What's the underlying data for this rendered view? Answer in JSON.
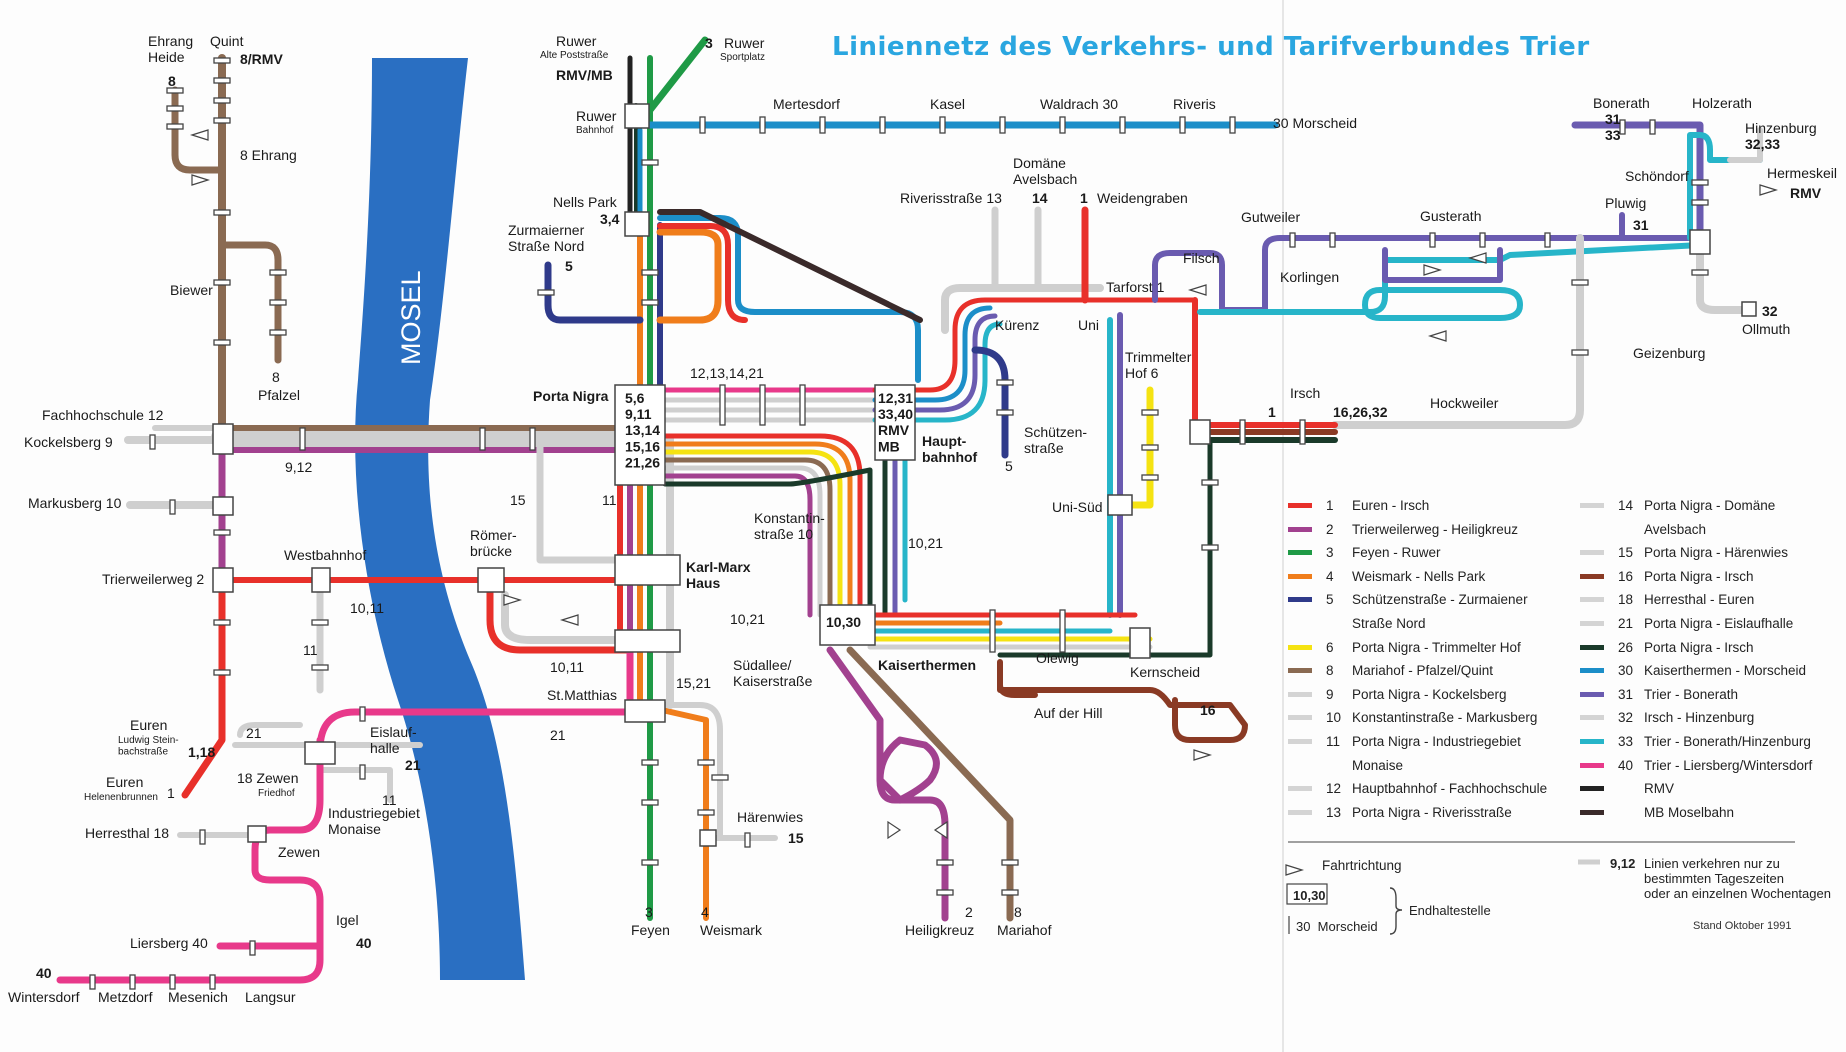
{
  "title": "Liniennetz des Verkehrs- und Tarifverbundes Trier",
  "colors": {
    "l1": "#e8302a",
    "l2": "#a2418f",
    "l3": "#1f9a46",
    "l4": "#f07d1b",
    "l5": "#2f3a8a",
    "l6": "#f5e312",
    "l8": "#8a6a52",
    "l9": "#c9c9c9",
    "l14": "#cfcfcf",
    "l16": "#8a3a24",
    "l21": "#e8398a",
    "l26": "#1a3a2a",
    "l30": "#1c8ec8",
    "l31": "#6a5bb0",
    "l33": "#27b5c9",
    "l40": "#e8398a",
    "rmv": "#222222",
    "mb": "#3a2a2a",
    "river": "#2a6fc2",
    "text": "#1a1a1a"
  },
  "river_label": "MOSEL",
  "stations": {
    "ehrang_heide": "Ehrang\nHeide",
    "quint": "Quint",
    "rmv8": "8/RMV",
    "l8a": "8",
    "ehrang8": "8 Ehrang",
    "biewer": "Biewer",
    "pfalzel8": "8",
    "pfalzel": "Pfalzel",
    "fh12": "Fachhochschule 12",
    "kockelsberg": "Kockelsberg 9",
    "l912": "9,12",
    "markusberg": "Markusberg 10",
    "westbahnhof": "Westbahnhof",
    "trierweilerweg": "Trierweilerweg 2",
    "l1011a": "10,11",
    "l11a": "11",
    "roemerbruecke": "Römer-\nbrücke",
    "l15": "15",
    "l11b": "11",
    "l1011b": "10,11",
    "euren_ls": "Euren",
    "euren_ls_sub": "Ludwig Stein-\nbachstraße",
    "l118": "1,18",
    "euren_hb": "Euren",
    "euren_hb_sub": "Helenenbrunnen",
    "l1c": "1",
    "l21a": "21",
    "zewen18": "18 Zewen",
    "zewen_fr": "Friedhof",
    "eislaufhalle": "Eislauf-\nhalle",
    "l21b": "21",
    "l11c": "11",
    "industrie": "Industriegebiet\nMonaise",
    "herresthal": "Herresthal 18",
    "zewen": "Zewen",
    "igel": "Igel",
    "l40a": "40",
    "liersberg": "Liersberg 40",
    "l40b": "40",
    "wintersdorf": "Wintersdorf",
    "metzdorf": "Metzdorf",
    "mesenich": "Mesenich",
    "langsur": "Langsur",
    "ruwer_ap": "Ruwer",
    "ruwer_ap_sub": "Alte Poststraße",
    "rmvmb": "RMV/MB",
    "ruwer_bf": "Ruwer",
    "ruwer_bf_sub": "Bahnhof",
    "ruwer_sp3": "3",
    "ruwer_sp": "Ruwer",
    "ruwer_sp_sub": "Sportplatz",
    "nells": "Nells Park",
    "nells_n": "3,4",
    "zurmaiener": "Zurmaierner\nStraße Nord",
    "zurm5": "5",
    "mertesdorf": "Mertesdorf",
    "kasel": "Kasel",
    "waldrach": "Waldrach 30",
    "riveris": "Riveris",
    "morscheid": "30 Morscheid",
    "porta_nigra": "Porta Nigra",
    "pn_lines": "5,6\n9,11\n13,14\n15,16\n21,26",
    "l1213": "12,13,14,21",
    "hbf_lines": "12,31\n33,40\nRMV\nMB",
    "hbf": "Haupt-\nbahnhof",
    "rivstr": "Riverisstraße 13",
    "domaene": "Domäne\nAvelsbach",
    "l14": "14",
    "l1w": "1",
    "weidengraben": "Weidengraben",
    "kuerenz": "Kürenz",
    "uni": "Uni",
    "tarforst": "Tarforst 1",
    "filsch": "Filsch",
    "schuetzen": "Schützen-\nstraße",
    "schuetzen5": "5",
    "trimmelter": "Trimmelter\nHof 6",
    "unisued": "Uni-Süd",
    "konstantin": "Konstantin-\nstraße 10",
    "l1021": "10,21",
    "karlmarx": "Karl-Marx\nHaus",
    "l1021b": "10,21",
    "l1030": "10,30",
    "kaiserthermen": "Kaiserthermen",
    "suedallee": "Südallee/\nKaiserstraße",
    "stmatthias": "St.Matthias",
    "l1521": "15,21",
    "l21c": "21",
    "olewig": "Olewig",
    "auf_der_hill": "Auf der Hill",
    "kernscheid": "Kernscheid",
    "l16": "16",
    "haerenwies": "Härenwies",
    "haerenwies15": "15",
    "feyen3": "3",
    "feyen": "Feyen",
    "weismark4": "4",
    "weismark": "Weismark",
    "heiligkreuz2": "2",
    "heiligkreuz": "Heiligkreuz",
    "mariahof8": "8",
    "mariahof": "Mariahof",
    "gutweiler": "Gutweiler",
    "korlingen": "Korlingen",
    "gusterath": "Gusterath",
    "bonerath": "Bonerath",
    "bon3133": "31\n33",
    "holzerath": "Holzerath",
    "hinzenburg": "Hinzenburg",
    "hinz3233": "32,33",
    "schoendorf": "Schöndorf",
    "pluwig": "Pluwig",
    "pluwig31": "31",
    "hermeskeil": "Hermeskeil",
    "hermeskeil_rmv": "RMV",
    "irsch": "Irsch",
    "irsch1": "1",
    "irsch_lines": "16,26,32",
    "hockweiler": "Hockweiler",
    "geizenburg": "Geizenburg",
    "ollmuth32": "32",
    "ollmuth": "Ollmuth"
  },
  "legend": [
    {
      "num": "1",
      "text": "Euren  -  Irsch",
      "color": "#e8302a"
    },
    {
      "num": "2",
      "text": "Trierweilerweg  -  Heiligkreuz",
      "color": "#a2418f"
    },
    {
      "num": "3",
      "text": "Feyen  -  Ruwer",
      "color": "#1f9a46"
    },
    {
      "num": "4",
      "text": "Weismark  -  Nells Park",
      "color": "#f07d1b"
    },
    {
      "num": "5",
      "text": "Schützenstraße  -  Zurmaiener",
      "color": "#2f3a8a"
    },
    {
      "num": "",
      "text": "Straße Nord",
      "color": ""
    },
    {
      "num": "6",
      "text": "Porta Nigra  -  Trimmelter Hof",
      "color": "#f5e312"
    },
    {
      "num": "8",
      "text": "Mariahof  -  Pfalzel/Quint",
      "color": "#8a6a52"
    },
    {
      "num": "9",
      "text": "Porta Nigra  -  Kockelsberg",
      "color": "#d4d4d4"
    },
    {
      "num": "10",
      "text": "Konstantinstraße  -  Markusberg",
      "color": "#d4d4d4"
    },
    {
      "num": "11",
      "text": "Porta Nigra  -  Industriegebiet",
      "color": "#d4d4d4"
    },
    {
      "num": "",
      "text": "Monaise",
      "color": ""
    },
    {
      "num": "12",
      "text": "Hauptbahnhof  -  Fachhochschule",
      "color": "#d4d4d4"
    },
    {
      "num": "13",
      "text": "Porta Nigra  -  Riverisstraße",
      "color": "#d4d4d4"
    }
  ],
  "legend2": [
    {
      "num": "14",
      "text": "Porta Nigra  -  Domäne",
      "color": "#d4d4d4"
    },
    {
      "num": "",
      "text": "Avelsbach",
      "color": ""
    },
    {
      "num": "15",
      "text": "Porta Nigra  -  Härenwies",
      "color": "#d4d4d4"
    },
    {
      "num": "16",
      "text": "Porta Nigra  -  Irsch",
      "color": "#8a3a24"
    },
    {
      "num": "18",
      "text": "Herresthal  -  Euren",
      "color": "#d4d4d4"
    },
    {
      "num": "21",
      "text": "Porta Nigra  -  Eislaufhalle",
      "color": "#d4d4d4"
    },
    {
      "num": "26",
      "text": "Porta Nigra  -  Irsch",
      "color": "#1a3a2a"
    },
    {
      "num": "30",
      "text": "Kaiserthermen  -  Morscheid",
      "color": "#1c8ec8"
    },
    {
      "num": "31",
      "text": "Trier  -  Bonerath",
      "color": "#6a5bb0"
    },
    {
      "num": "32",
      "text": "Irsch  -  Hinzenburg",
      "color": "#d4d4d4"
    },
    {
      "num": "33",
      "text": "Trier  -  Bonerath/Hinzenburg",
      "color": "#27b5c9"
    },
    {
      "num": "40",
      "text": "Trier  -  Liersberg/Wintersdorf",
      "color": "#e8398a"
    },
    {
      "num": "",
      "text": "RMV",
      "color": "#222222"
    },
    {
      "num": "",
      "text": "MB  Moselbahn",
      "color": "#3a2a2a"
    }
  ],
  "fahrrichtung": "Fahrtrichtung",
  "note912": "9,12",
  "note_text": "Linien verkehren nur zu\nbestimmten Tageszeiten\noder an einzelnen Wochentagen",
  "endhalt_box": "10,30",
  "endhalt_morscheid": "30  Morscheid",
  "endhaltestelle": "Endhaltestelle",
  "stand": "Stand Oktober 1991"
}
